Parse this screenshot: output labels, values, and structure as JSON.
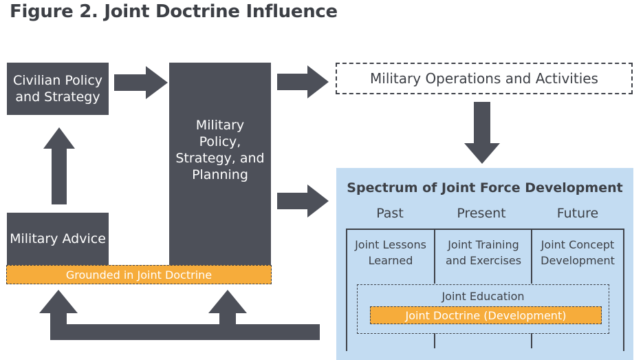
{
  "title": "Figure 2. Joint Doctrine Influence",
  "nodes": {
    "civilian": "Civilian Policy and Strategy",
    "military_advice": "Military Advice",
    "military_policy": "Military Policy, Strategy, and Planning",
    "operations": "Military Operations and Activities",
    "grounded": "Grounded in Joint Doctrine"
  },
  "spectrum": {
    "title": "Spectrum of Joint Force Development",
    "columns": [
      "Past",
      "Present",
      "Future"
    ],
    "cells": [
      "Joint Lessons Learned",
      "Joint Training and Exercises",
      "Joint Concept Development"
    ],
    "education": "Joint Education",
    "doctrine": "Joint Doctrine (Development)"
  },
  "colors": {
    "dark": "#4d5059",
    "orange": "#f6ac3b",
    "light_blue": "#c3dcf2"
  }
}
